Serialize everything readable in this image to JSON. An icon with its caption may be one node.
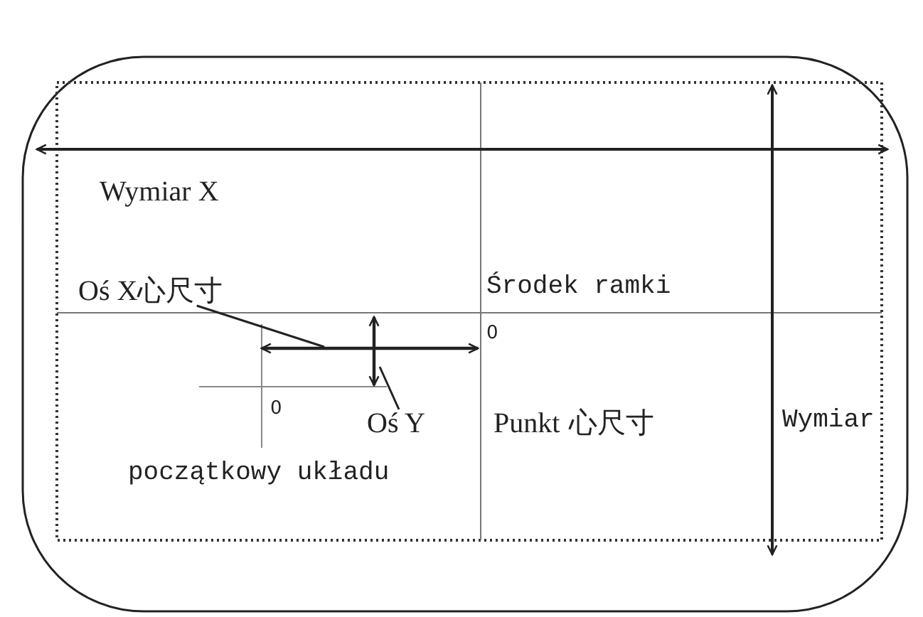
{
  "diagram": {
    "nodes": [
      {
        "text": [
          "Oś X心尺寸"
        ]
      },
      {
        "text": [
          "Oś Y"
        ]
      }
    ],
    "edges": [
      {
        "from": 0,
        "to": null,
        "arrow": "none"
      },
      {
        "from": 1,
        "to": null,
        "arrow": "none"
      }
    ],
    "labels": [
      "Wymiar X",
      "Środek ramki",
      "0",
      "0",
      "Punkt",
      "心尺寸",
      "Wymiar",
      "początkowy układu"
    ]
  }
}
